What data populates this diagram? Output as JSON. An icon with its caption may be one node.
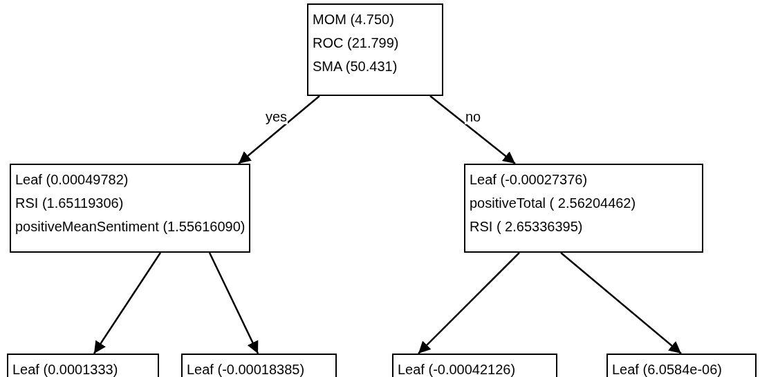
{
  "diagram": {
    "nodes": [
      {
        "text": [
          "MOM (4.750)",
          "ROC (21.799)",
          "SMA (50.431)"
        ]
      },
      {
        "text": [
          "Leaf (0.00049782)",
          "RSI (1.65119306)",
          "positiveMeanSentiment (1.55616090)"
        ]
      },
      {
        "text": [
          "Leaf (-0.00027376)",
          "positiveTotal ( 2.56204462)",
          "RSI ( 2.65336395)"
        ]
      },
      {
        "text": [
          "Leaf (0.0001333)"
        ]
      },
      {
        "text": [
          "Leaf (-0.00018385)"
        ]
      },
      {
        "text": [
          "Leaf (-0.00042126)"
        ]
      },
      {
        "text": [
          "Leaf (6.0584e-06)"
        ]
      }
    ],
    "edges": [
      {
        "from": 0,
        "to": 1,
        "arrow": "to",
        "label": "yes"
      },
      {
        "from": 0,
        "to": 2,
        "arrow": "to",
        "label": "no"
      },
      {
        "from": 1,
        "to": 3,
        "arrow": "to"
      },
      {
        "from": 1,
        "to": 4,
        "arrow": "to"
      },
      {
        "from": 2,
        "to": 5,
        "arrow": "to"
      },
      {
        "from": 2,
        "to": 6,
        "arrow": "to"
      }
    ]
  }
}
